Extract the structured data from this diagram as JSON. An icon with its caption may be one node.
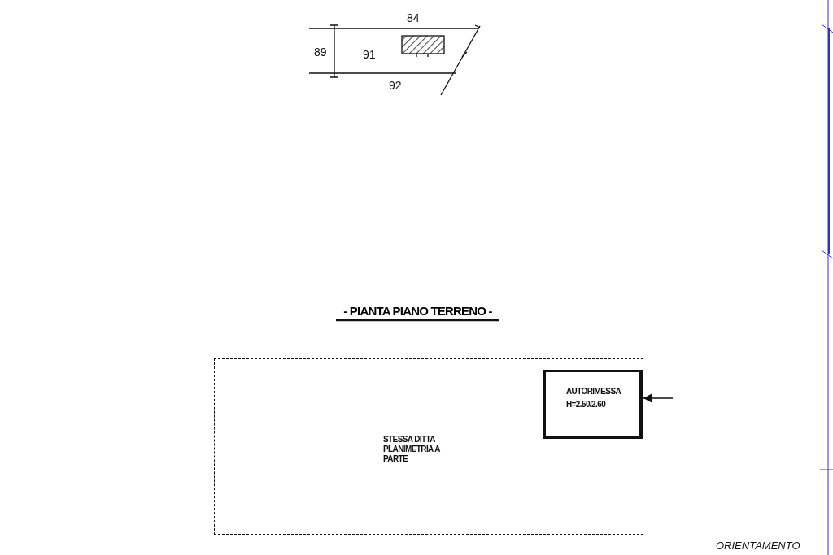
{
  "diagram": {
    "title": "- PIANTA PIANO TERRENO -",
    "nodes": [
      {
        "text": [
          "STESSA DITTA PLANIMETRIA A PARTE"
        ]
      },
      {
        "text": [
          "AUTORIMESSA",
          "H=2.50/2.60"
        ],
        "in": 0
      }
    ],
    "edges": [
      {
        "from": null,
        "to": 1,
        "arrow": "to"
      }
    ],
    "labels": [
      "84",
      "89",
      "91",
      "92",
      "ORIENTAMENTO"
    ]
  }
}
